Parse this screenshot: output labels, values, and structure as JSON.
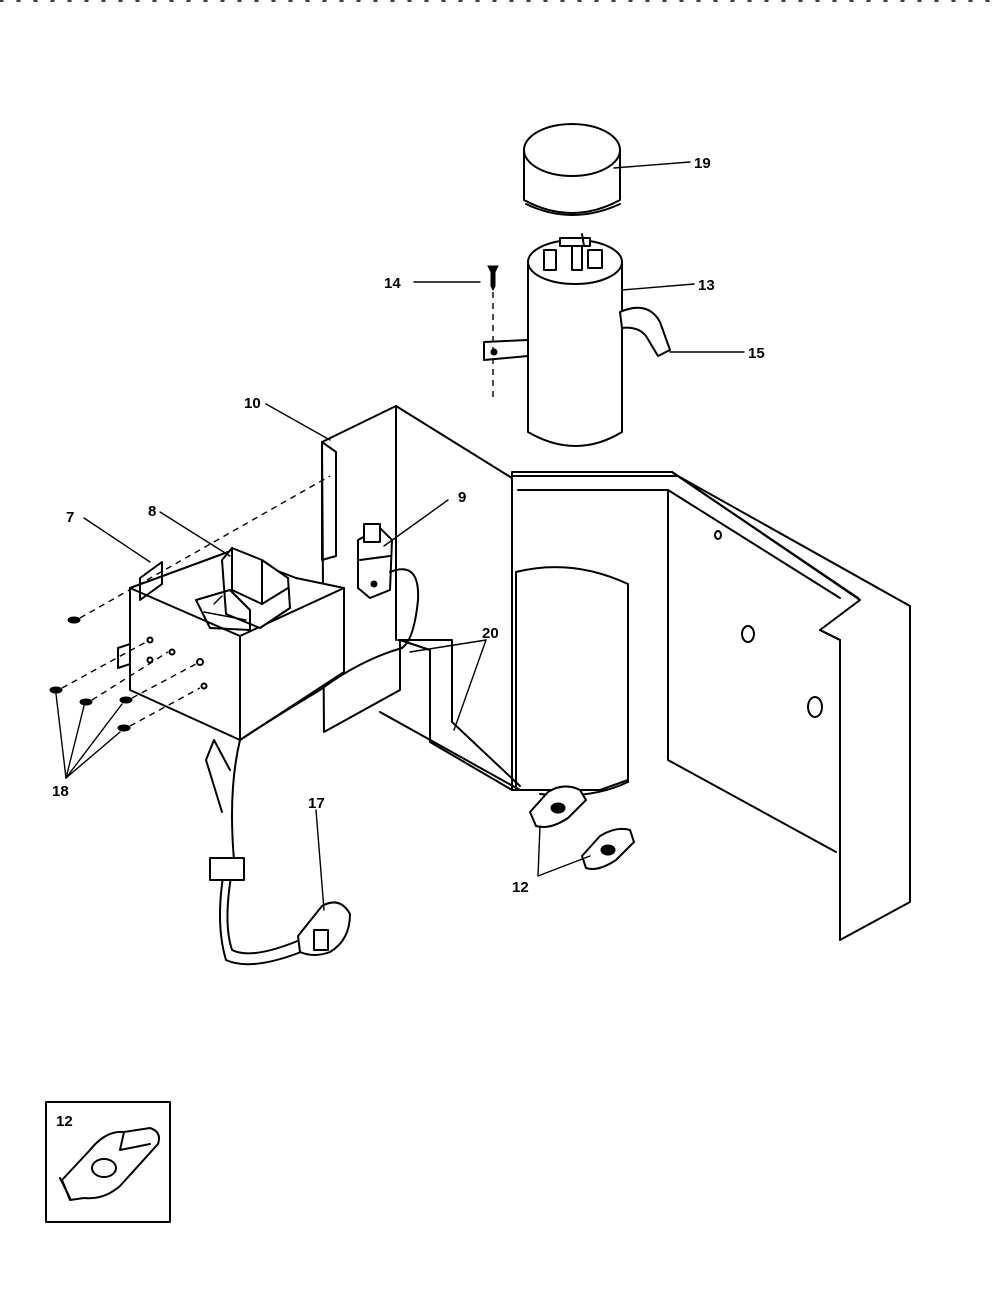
{
  "callouts": {
    "c7": "7",
    "c8": "8",
    "c9": "9",
    "c10": "10",
    "c12": "12",
    "c13": "13",
    "c14": "14",
    "c15": "15",
    "c17": "17",
    "c18": "18",
    "c19": "19",
    "c20": "20"
  },
  "inset": {
    "label": "12"
  }
}
